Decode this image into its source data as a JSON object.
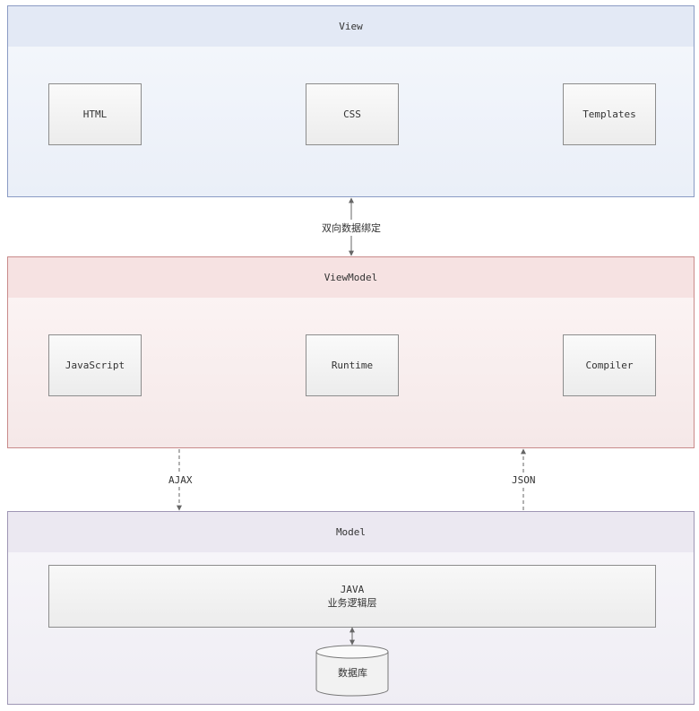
{
  "view": {
    "title": "View",
    "components": [
      "HTML",
      "CSS",
      "Templates"
    ]
  },
  "binding": {
    "label": "双向数据绑定"
  },
  "viewmodel": {
    "title": "ViewModel",
    "components": [
      "JavaScript",
      "Runtime",
      "Compiler"
    ]
  },
  "requests": {
    "ajax_label": "AJAX",
    "json_label": "JSON"
  },
  "model": {
    "title": "Model",
    "logic_line1": "JAVA",
    "logic_line2": "业务逻辑层",
    "database_label": "数据库"
  },
  "colors": {
    "view_border": "#8a9bc4",
    "viewmodel_border": "#c98b8b",
    "model_border": "#9e96b4",
    "arrow": "#666666"
  }
}
